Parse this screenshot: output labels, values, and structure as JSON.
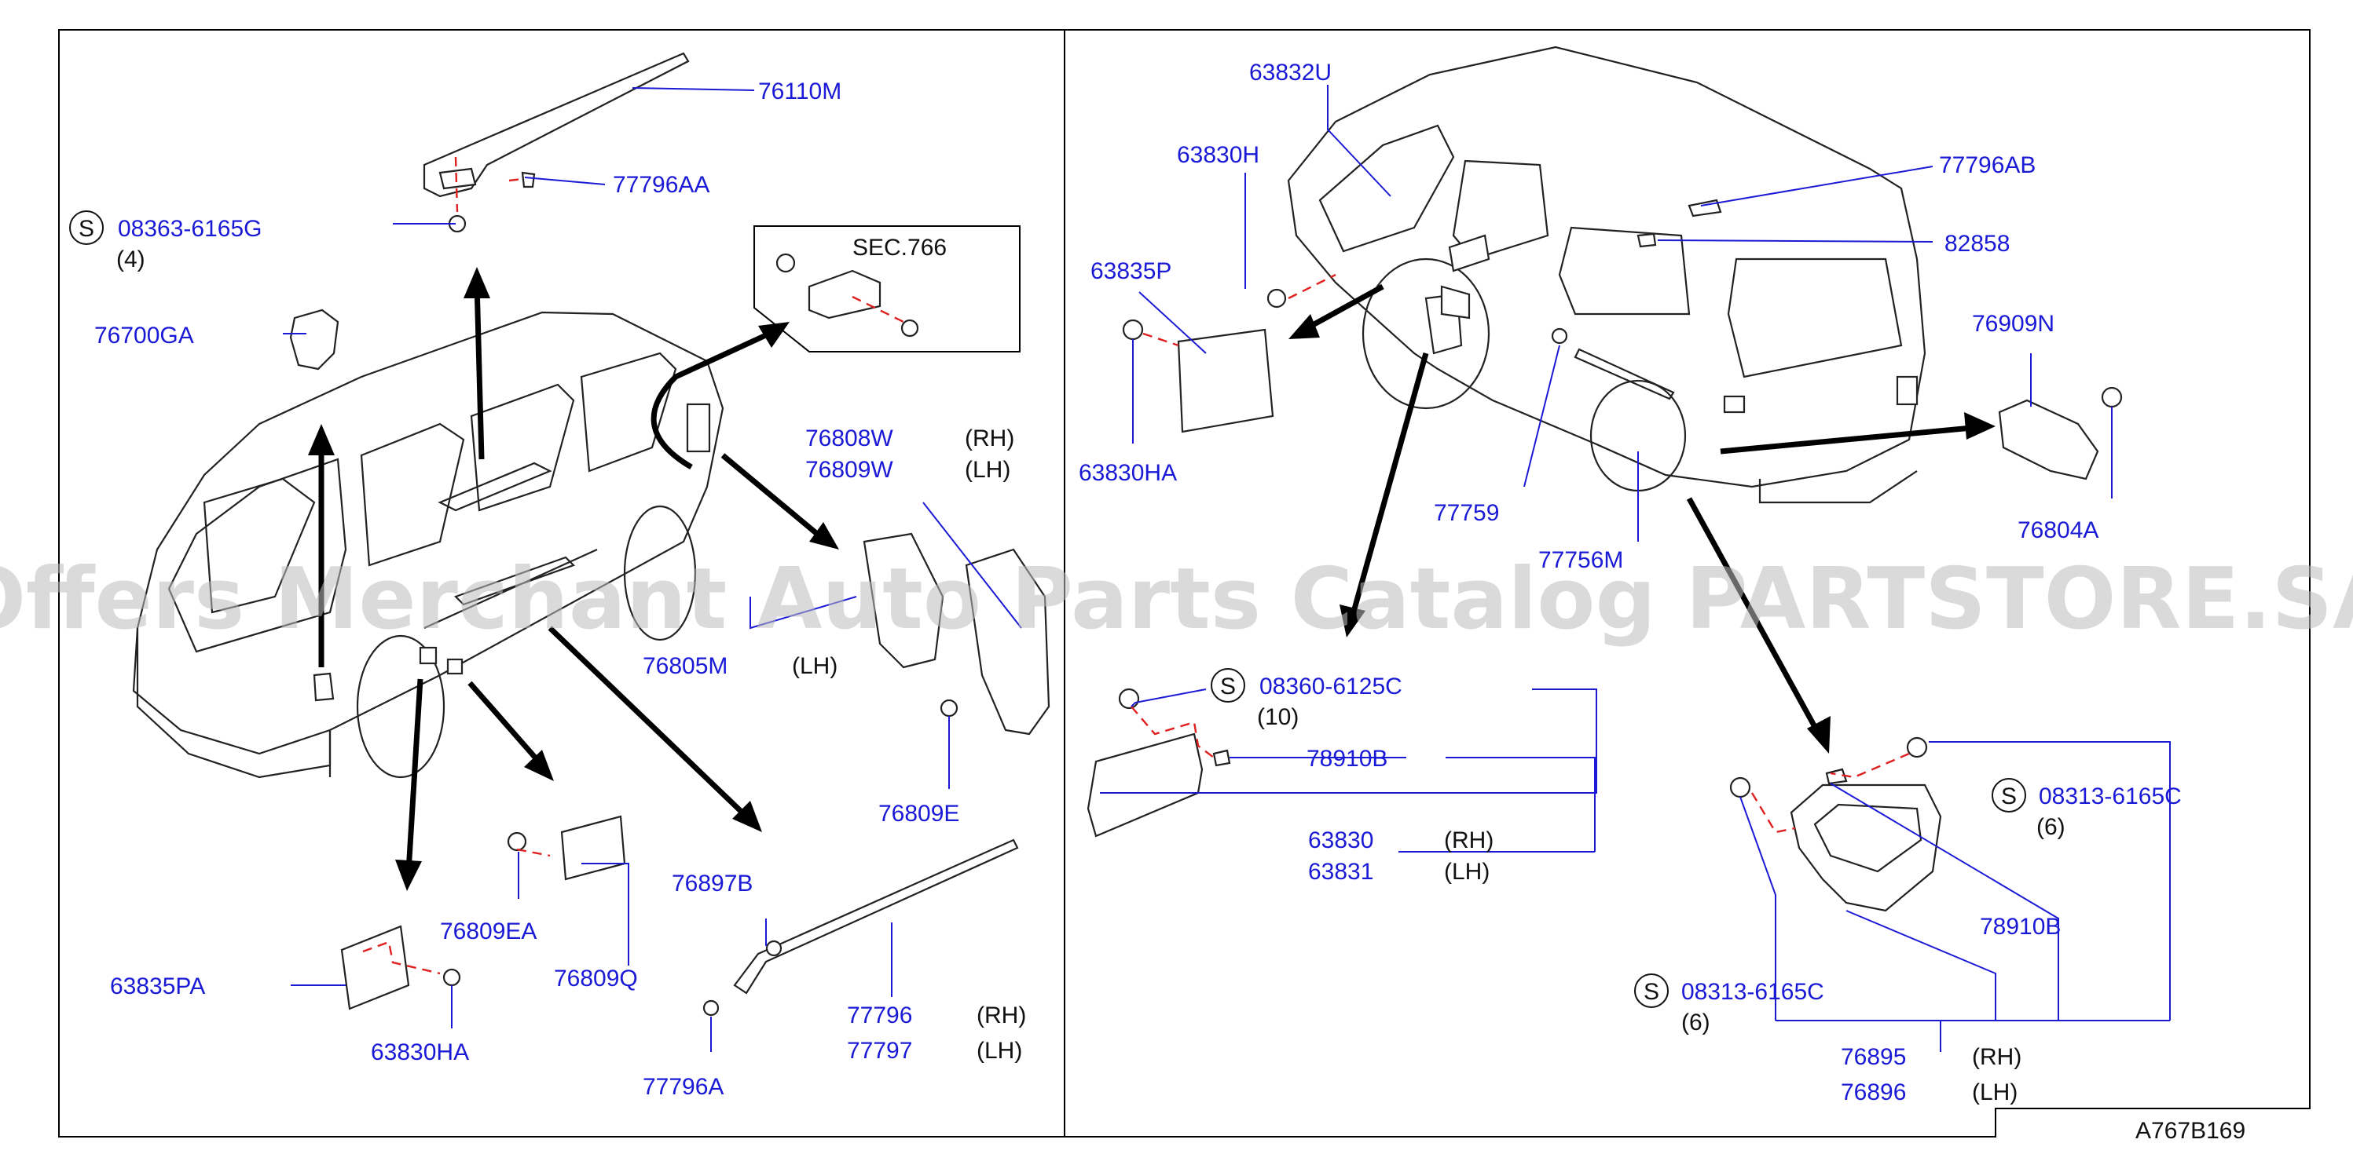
{
  "diagram": {
    "code": "A767B169",
    "section_ref": "SEC.766",
    "watermark": "Offers Merchant Auto Parts Catalog PARTSTORE.SA",
    "standard_mark": "S",
    "left_panel": {
      "p76110M": "76110M",
      "p77796AA": "77796AA",
      "p08363": "08363-6165G",
      "q4": "(4)",
      "p76700GA": "76700GA",
      "p76808W": "76808W",
      "p76808W_side": "(RH)",
      "p76809W": "76809W",
      "p76809W_side": "(LH)",
      "p76805M": "76805M",
      "p76805M_side": "(LH)",
      "p76809E": "76809E",
      "p76897B": "76897B",
      "p76809EA": "76809EA",
      "p76809Q": "76809Q",
      "p63835PA": "63835PA",
      "p63830HA": "63830HA",
      "p77796": "77796",
      "p77796_side": "(RH)",
      "p77797": "77797",
      "p77797_side": "(LH)",
      "p77796A": "77796A"
    },
    "right_panel": {
      "p63832U": "63832U",
      "p63830H": "63830H",
      "p63835P": "63835P",
      "p63830HA": "63830HA",
      "p77796AB": "77796AB",
      "p82858": "82858",
      "p76909N": "76909N",
      "p76804A": "76804A",
      "p77759": "77759",
      "p77756M": "77756M",
      "p08360": "08360-6125C",
      "q10": "(10)",
      "p78910B_a": "78910B",
      "p63830": "63830",
      "p63830_side": "(RH)",
      "p63831": "63831",
      "p63831_side": "(LH)",
      "p08313_a": "08313-6165C",
      "q6_a": "(6)",
      "p78910B_b": "78910B",
      "p08313_b": "08313-6165C",
      "q6_b": "(6)",
      "p76895": "76895",
      "p76895_side": "(RH)",
      "p76896": "76896",
      "p76896_side": "(LH)"
    }
  }
}
